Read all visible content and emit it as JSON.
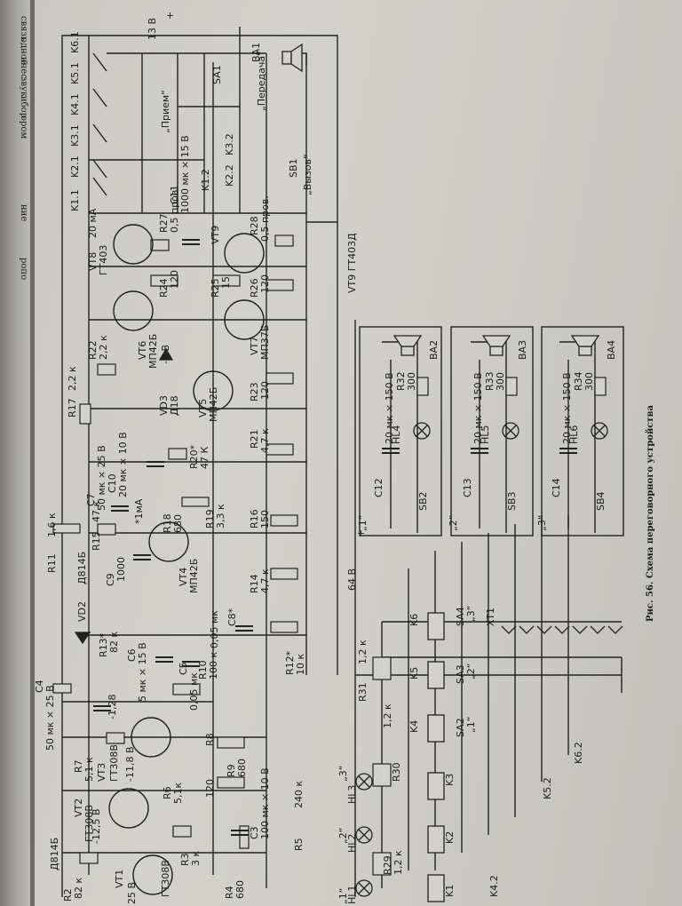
{
  "previous_page_edge": [
    "связь",
    "одной",
    "ичес",
    "звук",
    "ибор",
    "ором",
    "ние",
    "ропо"
  ],
  "caption": "Рис. 56. Схема переговорного устройства",
  "labels": [
    {
      "id": "r2",
      "text": "R2"
    },
    {
      "id": "r2v",
      "text": "82 к"
    },
    {
      "id": "vt2",
      "text": "VT2"
    },
    {
      "id": "vt2t",
      "text": "ГТ308В"
    },
    {
      "id": "vt1",
      "text": "VT1"
    },
    {
      "id": "vt1t",
      "text": "ГТ308В"
    },
    {
      "id": "r3",
      "text": "R3"
    },
    {
      "id": "r3v",
      "text": "3 к"
    },
    {
      "id": "r4",
      "text": "R4"
    },
    {
      "id": "r4v",
      "text": "680"
    },
    {
      "id": "d814",
      "text": "Д814Б"
    },
    {
      "id": "v125",
      "text": "-12,5 В"
    },
    {
      "id": "v125b",
      "text": "25 В"
    },
    {
      "id": "r7",
      "text": "R7"
    },
    {
      "id": "r7v",
      "text": "5,1 к"
    },
    {
      "id": "vt3",
      "text": "VT3"
    },
    {
      "id": "vt3t",
      "text": "ГТ308В"
    },
    {
      "id": "r6",
      "text": "R6"
    },
    {
      "id": "r6v",
      "text": "5,1к"
    },
    {
      "id": "v118",
      "text": "-11,8 В"
    },
    {
      "id": "r8",
      "text": "R8"
    },
    {
      "id": "r8v",
      "text": "120"
    },
    {
      "id": "r9",
      "text": "R9"
    },
    {
      "id": "r9v",
      "text": "680"
    },
    {
      "id": "c3",
      "text": "C3"
    },
    {
      "id": "c3v",
      "text": "100 мк × 10 В"
    },
    {
      "id": "r5",
      "text": "R5"
    },
    {
      "id": "r5v",
      "text": "240 к"
    },
    {
      "id": "c4",
      "text": "C4"
    },
    {
      "id": "c4v",
      "text": "50 мк × 25 В"
    },
    {
      "id": "v128",
      "text": "-1,28"
    },
    {
      "id": "c6",
      "text": "C6"
    },
    {
      "id": "c6v",
      "text": "5 мк × 15 В"
    },
    {
      "id": "c5",
      "text": "C5"
    },
    {
      "id": "c5v",
      "text": "0,05 мк"
    },
    {
      "id": "r10",
      "text": "R10"
    },
    {
      "id": "r10v",
      "text": "100 к"
    },
    {
      "id": "r12",
      "text": "R12*"
    },
    {
      "id": "r12v",
      "text": "10 к"
    },
    {
      "id": "c8",
      "text": "C8*"
    },
    {
      "id": "c8v",
      "text": "0,05 мк"
    },
    {
      "id": "r13",
      "text": "R13*"
    },
    {
      "id": "r13v",
      "text": "82 к"
    },
    {
      "id": "vd2",
      "text": "VD2"
    },
    {
      "id": "vd2t",
      "text": "Д814Б"
    },
    {
      "id": "r11",
      "text": "R11"
    },
    {
      "id": "r11v",
      "text": "1,6 к"
    },
    {
      "id": "c9",
      "text": "C9"
    },
    {
      "id": "c9v",
      "text": "1000"
    },
    {
      "id": "r15",
      "text": "R15"
    },
    {
      "id": "r15v",
      "text": "47 к"
    },
    {
      "id": "r14",
      "text": "R14"
    },
    {
      "id": "r14v",
      "text": "4,7 к"
    },
    {
      "id": "vt4",
      "text": "VT4"
    },
    {
      "id": "vt4t",
      "text": "МП42Б"
    },
    {
      "id": "r18",
      "text": "R18"
    },
    {
      "id": "r18v",
      "text": "680"
    },
    {
      "id": "c7",
      "text": "C7"
    },
    {
      "id": "c7v",
      "text": "50 мк × 25 В"
    },
    {
      "id": "ma",
      "text": "*1мА"
    },
    {
      "id": "c10",
      "text": "C10"
    },
    {
      "id": "c10v",
      "text": "20 мк × 10 В"
    },
    {
      "id": "r19",
      "text": "R19"
    },
    {
      "id": "r19v",
      "text": "3,3 к"
    },
    {
      "id": "r16",
      "text": "R16"
    },
    {
      "id": "r16v",
      "text": "150"
    },
    {
      "id": "r20",
      "text": "R20*"
    },
    {
      "id": "r20v",
      "text": "47 К"
    },
    {
      "id": "r17",
      "text": "R17"
    },
    {
      "id": "r17v",
      "text": "2,2 к"
    },
    {
      "id": "r21",
      "text": "R21"
    },
    {
      "id": "r21v",
      "text": "4,7 к"
    },
    {
      "id": "vd3",
      "text": "VD3"
    },
    {
      "id": "vd3t",
      "text": "Д18"
    },
    {
      "id": "vt5",
      "text": "VT5"
    },
    {
      "id": "vt5t",
      "text": "МП42Б"
    },
    {
      "id": "r23",
      "text": "R23"
    },
    {
      "id": "r23v",
      "text": "120"
    },
    {
      "id": "vt6",
      "text": "VT6"
    },
    {
      "id": "vt6t",
      "text": "МП42Б"
    },
    {
      "id": "v9",
      "text": "-9 В"
    },
    {
      "id": "r22",
      "text": "R22"
    },
    {
      "id": "r22v",
      "text": "2,2 к"
    },
    {
      "id": "vt7",
      "text": "VT7"
    },
    {
      "id": "vt7t",
      "text": "МП37Б"
    },
    {
      "id": "vt8",
      "text": "VT8"
    },
    {
      "id": "vt8t",
      "text": "ГТ403"
    },
    {
      "id": "r24",
      "text": "R24"
    },
    {
      "id": "r24v",
      "text": "120"
    },
    {
      "id": "r25",
      "text": "R25"
    },
    {
      "id": "r25v",
      "text": "15"
    },
    {
      "id": "r26",
      "text": "R26"
    },
    {
      "id": "r26v",
      "text": "120"
    },
    {
      "id": "vt9",
      "text": "VT9"
    },
    {
      "id": "r27",
      "text": "R27"
    },
    {
      "id": "r27v",
      "text": "0,5 пров"
    },
    {
      "id": "r28",
      "text": "R28"
    },
    {
      "id": "r28v",
      "text": "0,5 пров."
    },
    {
      "id": "ma20",
      "text": "20 мА"
    },
    {
      "id": "c11",
      "text": "C11"
    },
    {
      "id": "c11v",
      "text": "1000 мк × 15 В"
    },
    {
      "id": "k11",
      "text": "K1.1"
    },
    {
      "id": "k21",
      "text": "K2.1"
    },
    {
      "id": "k31",
      "text": "K3.1"
    },
    {
      "id": "k41",
      "text": "K4.1"
    },
    {
      "id": "k51",
      "text": "K5.1"
    },
    {
      "id": "k61",
      "text": "K6.1"
    },
    {
      "id": "k12",
      "text": "K1.2"
    },
    {
      "id": "k22",
      "text": "K2.2"
    },
    {
      "id": "k32",
      "text": "K3.2"
    },
    {
      "id": "v138",
      "text": "13 В"
    },
    {
      "id": "plus",
      "text": "+"
    },
    {
      "id": "sa1",
      "text": "SA1"
    },
    {
      "id": "ba1",
      "text": "BA1"
    },
    {
      "id": "priem",
      "text": "„Прием“"
    },
    {
      "id": "peredacha",
      "text": "„Передача“"
    },
    {
      "id": "sb1",
      "text": "SB1"
    },
    {
      "id": "vyzov",
      "text": "„Вызов“"
    },
    {
      "id": "vt9t",
      "text": "VT9   ГТ403Д"
    },
    {
      "id": "c12",
      "text": "C12"
    },
    {
      "id": "c12v",
      "text": "20 мк × 150 В"
    },
    {
      "id": "r32",
      "text": "R32"
    },
    {
      "id": "r32v",
      "text": "300"
    },
    {
      "id": "ba2",
      "text": "BA2"
    },
    {
      "id": "hl4",
      "text": "HL4"
    },
    {
      "id": "sb2",
      "text": "SB2"
    },
    {
      "id": "q1",
      "text": "„1“"
    },
    {
      "id": "c13",
      "text": "C13"
    },
    {
      "id": "c13v",
      "text": "20 мк × 150 В"
    },
    {
      "id": "r33",
      "text": "R33"
    },
    {
      "id": "r33v",
      "text": "300"
    },
    {
      "id": "ba3",
      "text": "BA3"
    },
    {
      "id": "hl5",
      "text": "HL5"
    },
    {
      "id": "sb3",
      "text": "SB3"
    },
    {
      "id": "q2",
      "text": "„2“"
    },
    {
      "id": "c14",
      "text": "C14"
    },
    {
      "id": "c14v",
      "text": "20 мк × 150 В"
    },
    {
      "id": "r34",
      "text": "R34"
    },
    {
      "id": "r34v",
      "text": "300"
    },
    {
      "id": "ba4",
      "text": "BA4"
    },
    {
      "id": "hl6",
      "text": "HL6"
    },
    {
      "id": "sb4",
      "text": "SB4"
    },
    {
      "id": "q3",
      "text": "„3“"
    },
    {
      "id": "v64",
      "text": "64 В"
    },
    {
      "id": "plus2",
      "text": "+"
    },
    {
      "id": "r31",
      "text": "R31"
    },
    {
      "id": "r31v",
      "text": "1,2 к"
    },
    {
      "id": "r30",
      "text": "R30"
    },
    {
      "id": "r30v",
      "text": "1,2 к"
    },
    {
      "id": "r29",
      "text": "R29"
    },
    {
      "id": "r29v",
      "text": "1,2 к"
    },
    {
      "id": "k1",
      "text": "K1"
    },
    {
      "id": "k2",
      "text": "K2"
    },
    {
      "id": "k3",
      "text": "K3"
    },
    {
      "id": "k4",
      "text": "K4"
    },
    {
      "id": "k5",
      "text": "K5"
    },
    {
      "id": "k6",
      "text": "K6"
    },
    {
      "id": "sa2",
      "text": "SA2"
    },
    {
      "id": "sa3",
      "text": "SA3"
    },
    {
      "id": "sa4",
      "text": "SA4"
    },
    {
      "id": "xt1",
      "text": "XT1"
    },
    {
      "id": "sa2q",
      "text": "„1“"
    },
    {
      "id": "sa3q",
      "text": "„2“"
    },
    {
      "id": "sa4q",
      "text": "„3“"
    },
    {
      "id": "hl1",
      "text": "HL1"
    },
    {
      "id": "hl2",
      "text": "HL2"
    },
    {
      "id": "hl3",
      "text": "HL3"
    },
    {
      "id": "hl1q",
      "text": "„1“"
    },
    {
      "id": "hl2q",
      "text": "„2“"
    },
    {
      "id": "hl3q",
      "text": "„3“"
    },
    {
      "id": "k42",
      "text": "K4.2"
    },
    {
      "id": "k52",
      "text": "K5.2"
    },
    {
      "id": "k62",
      "text": "K6.2"
    }
  ]
}
